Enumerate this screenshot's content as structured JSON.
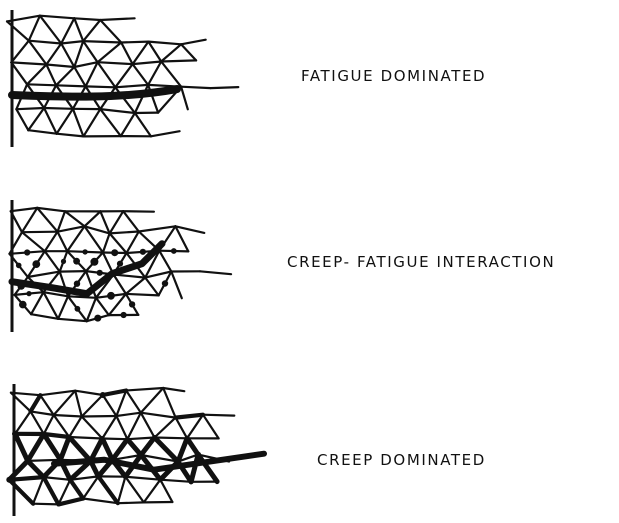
{
  "panels": [
    {
      "id": "fatigue",
      "label": "FATIGUE   DOMINATED"
    },
    {
      "id": "creep-fatigue",
      "label": "CREEP- FATIGUE   INTERACTION"
    },
    {
      "id": "creep",
      "label": "CREEP   DOMINATED"
    }
  ],
  "colors": {
    "ink": "#111111",
    "background": "#ffffff"
  }
}
